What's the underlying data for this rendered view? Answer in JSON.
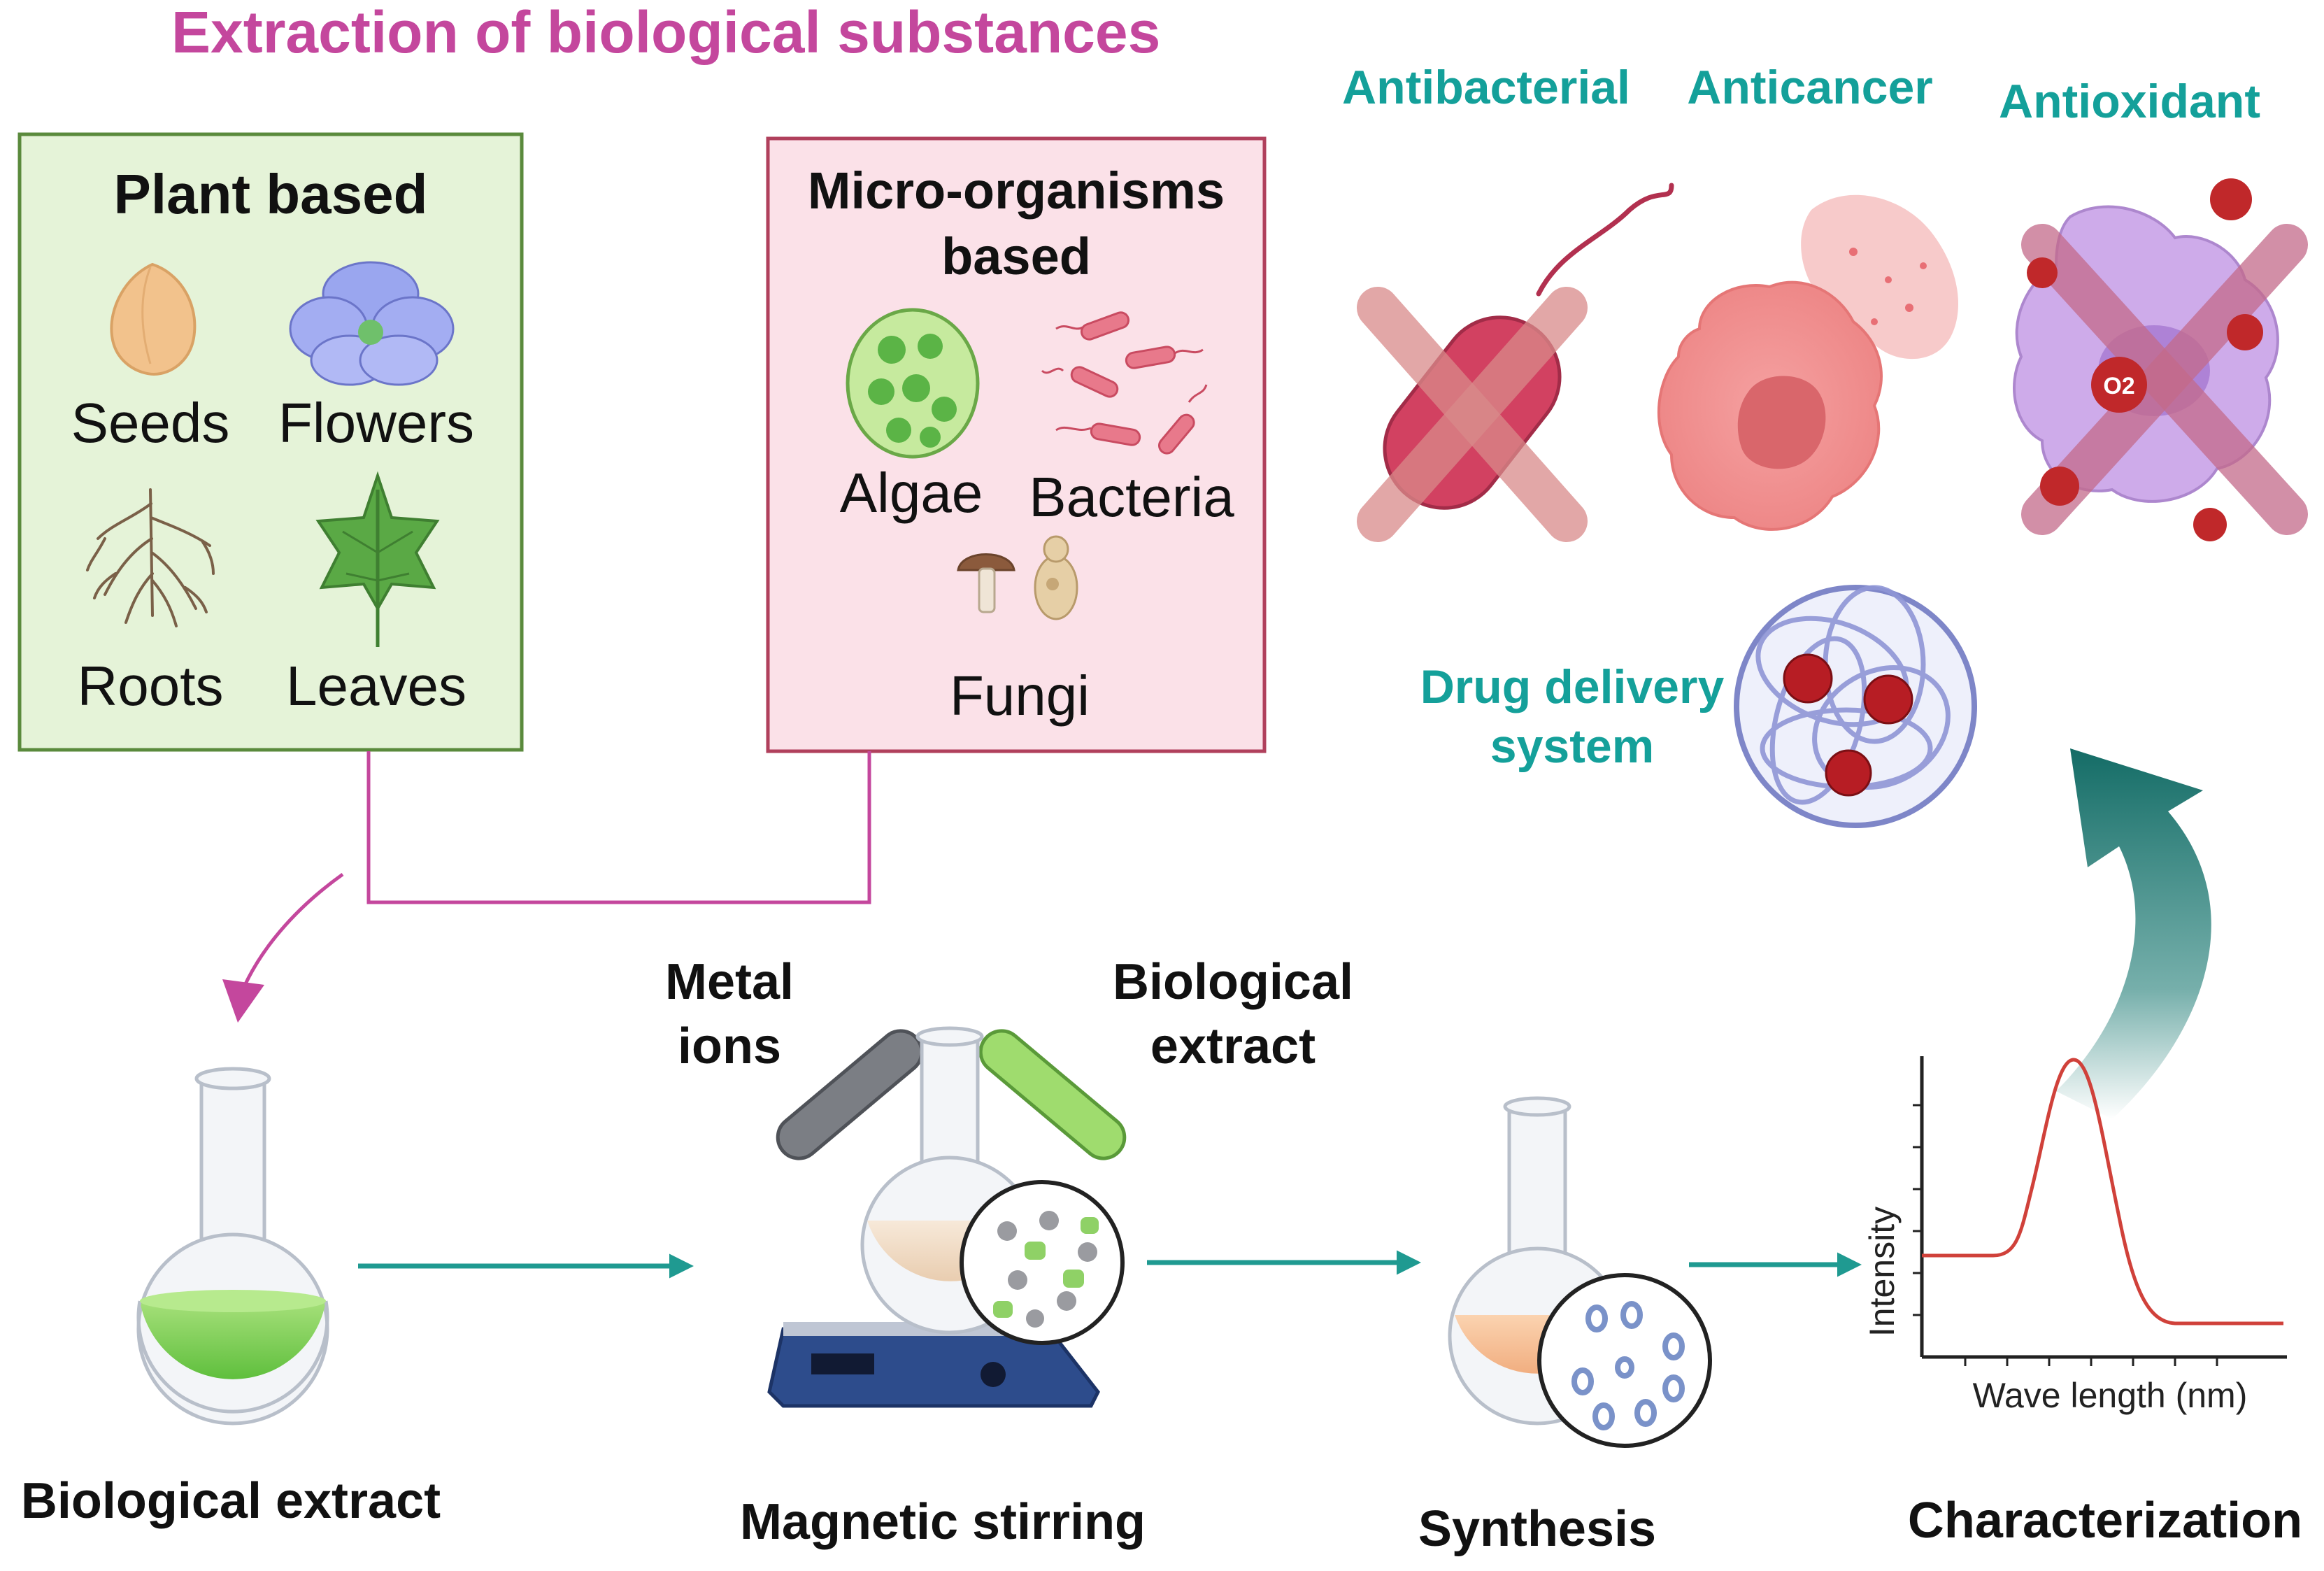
{
  "title": "Extraction of biological substances",
  "plant_box": {
    "heading": "Plant based",
    "items": [
      "Seeds",
      "Flowers",
      "Roots",
      "Leaves"
    ]
  },
  "micro_box": {
    "heading_line1": "Micro-organisms",
    "heading_line2": "based",
    "items": [
      "Algae",
      "Bacteria",
      "Fungi"
    ]
  },
  "applications": {
    "antibacterial": "Antibacterial",
    "anticancer": "Anticancer",
    "antioxidant": "Antioxidant",
    "drug_delivery_line1": "Drug delivery",
    "drug_delivery_line2": "system",
    "oxygen_label": "O2"
  },
  "process": {
    "metal_ions_line1": "Metal",
    "metal_ions_line2": "ions",
    "bio_extract_line1": "Biological",
    "bio_extract_line2": "extract",
    "steps": [
      "Biological extract",
      "Magnetic stirring",
      "Synthesis",
      "Characterization"
    ]
  },
  "spectrum": {
    "ylabel": "Intensity",
    "xlabel": "Wave length (nm)"
  },
  "colors": {
    "title": "#c4479d",
    "teal": "#14a09a",
    "arrow_teal": "#1b8f86",
    "plant_fill": "#e5f3d8",
    "plant_border": "#5a8a3c",
    "micro_fill": "#fbe1e8",
    "micro_border": "#b0405c",
    "connector": "#c4479d",
    "curve": "#d0413a"
  }
}
